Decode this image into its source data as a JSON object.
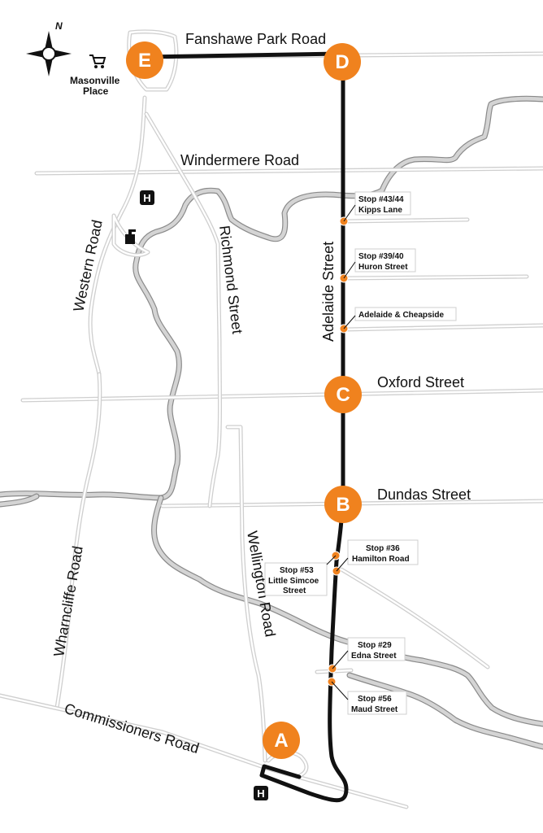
{
  "roads": {
    "fanshawe": "Fanshawe Park Road",
    "windermere": "Windermere Road",
    "western": "Western Road",
    "richmond": "Richmond Street",
    "adelaide": "Adelaide Street",
    "oxford": "Oxford Street",
    "dundas": "Dundas Street",
    "wellington": "Wellington Road",
    "wharncliffe": "Wharncliffe Road",
    "commissioners": "Commissioners Road"
  },
  "stations": {
    "A": "A",
    "B": "B",
    "C": "C",
    "D": "D",
    "E": "E"
  },
  "stops": {
    "kipps": {
      "line1": "Stop #43/44",
      "line2": "Kipps Lane"
    },
    "huron": {
      "line1": "Stop #39/40",
      "line2": "Huron Street"
    },
    "cheapside": {
      "line1": "Adelaide & Cheapside"
    },
    "hamilton": {
      "line1": "Stop #36",
      "line2": "Hamilton Road"
    },
    "simcoe": {
      "line1": "Stop #53",
      "line2": "Little Simcoe",
      "line3": "Street"
    },
    "edna": {
      "line1": "Stop #29",
      "line2": "Edna Street"
    },
    "maud": {
      "line1": "Stop #56",
      "line2": "Maud Street"
    }
  },
  "landmarks": {
    "masonville_line1": "Masonville",
    "masonville_line2": "Place",
    "hospital": "H",
    "north": "N"
  },
  "icons": {
    "compass": "compass-icon",
    "cart": "shopping-cart-icon",
    "hospital": "hospital-icon",
    "building": "building-icon"
  },
  "colors": {
    "station": "#f0821e",
    "route": "#111111",
    "road": "#cfcfcf",
    "river": "#8a8a8a"
  }
}
